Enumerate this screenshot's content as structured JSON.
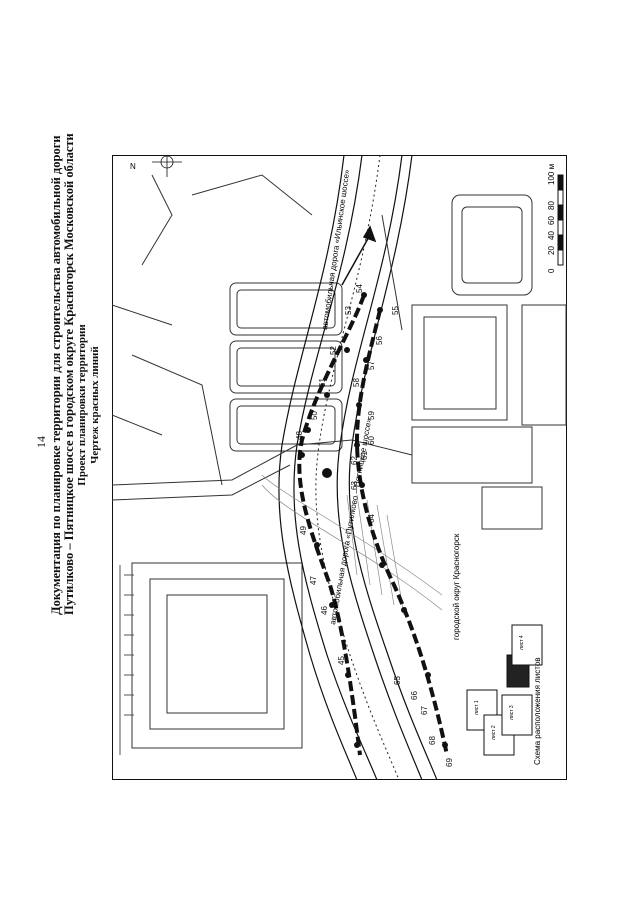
{
  "page_number": "14",
  "title": {
    "line1": "Документация по планировке территории для строительства автомобильной дороги",
    "line2": "Путилково – Пятницкое шоссе в городском округе Красногорск Московской области",
    "line3": "Проект планировки территории",
    "line4": "Чертеж красных линий"
  },
  "map": {
    "road_label_upper": "автомобильная дорога «Ильинское шоссе»",
    "road_label_lower": "автомобильная дорога «Путилково – Пятницкое шоссе»",
    "district_label": "городской округ Красногорск",
    "sheet_scheme_title": "Схема расположения листов",
    "sheet_cells": [
      "лист 1",
      "лист 2",
      "лист 3",
      "лист 4"
    ],
    "scale": {
      "ticks": [
        "0",
        "20",
        "40",
        "60",
        "80",
        "100 м"
      ]
    },
    "north_label": "N",
    "point_numbers_top": [
      "45",
      "46",
      "47",
      "48",
      "49",
      "50",
      "51",
      "52",
      "53",
      "54"
    ],
    "point_numbers_bottom": [
      "55",
      "56",
      "57",
      "58",
      "59",
      "60",
      "61",
      "62",
      "63",
      "64",
      "65",
      "66",
      "67",
      "68",
      "69"
    ]
  },
  "colors": {
    "lines": "#111111",
    "hatch": "#777777",
    "paper": "#ffffff"
  }
}
